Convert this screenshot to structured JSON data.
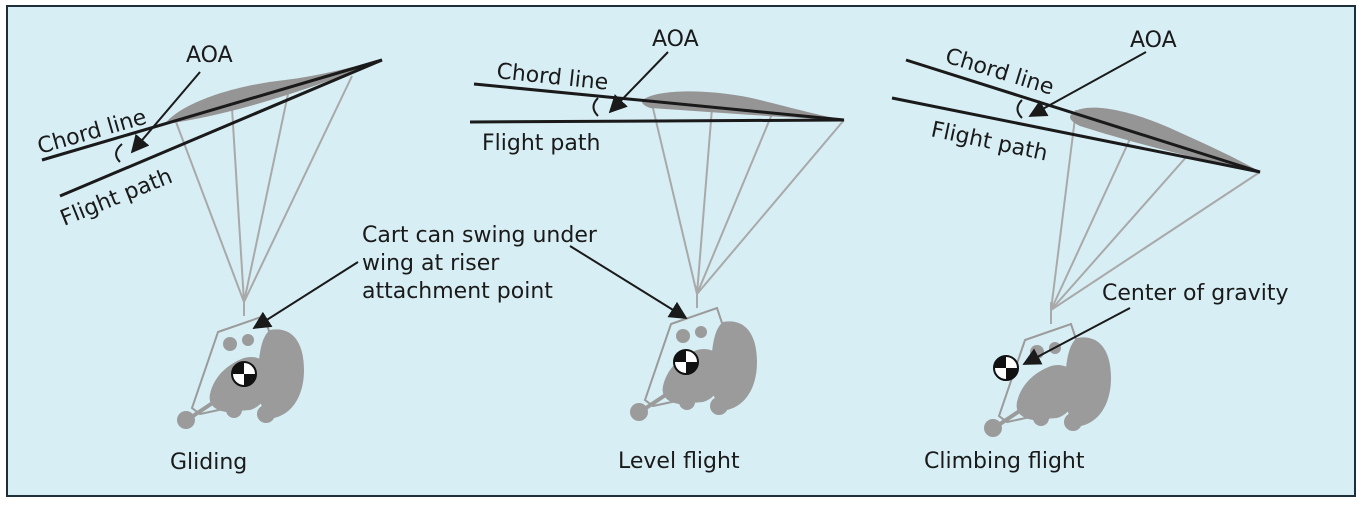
{
  "colors": {
    "background": "#d7eef4",
    "frame": "#1e2f3a",
    "wing": "#959595",
    "line": "#1a1a1a",
    "cart": "#9b9b9b",
    "suspension": "#a9a9a9"
  },
  "panels": [
    {
      "caption": "Gliding",
      "aoa_label": "AOA",
      "chord_label": "Chord line",
      "flight_path_label": "Flight path"
    },
    {
      "caption": "Level flight",
      "aoa_label": "AOA",
      "chord_label": "Chord line",
      "flight_path_label": "Flight path"
    },
    {
      "caption": "Climbing flight",
      "aoa_label": "AOA",
      "chord_label": "Chord line",
      "flight_path_label": "Flight path"
    }
  ],
  "callouts": {
    "swing": [
      "Cart can swing under",
      "wing at riser",
      "attachment point"
    ],
    "cg": "Center of gravity"
  },
  "icons": {
    "center_of_gravity": "cg-symbol-icon",
    "cart": "powered-parachute-cart-icon"
  }
}
